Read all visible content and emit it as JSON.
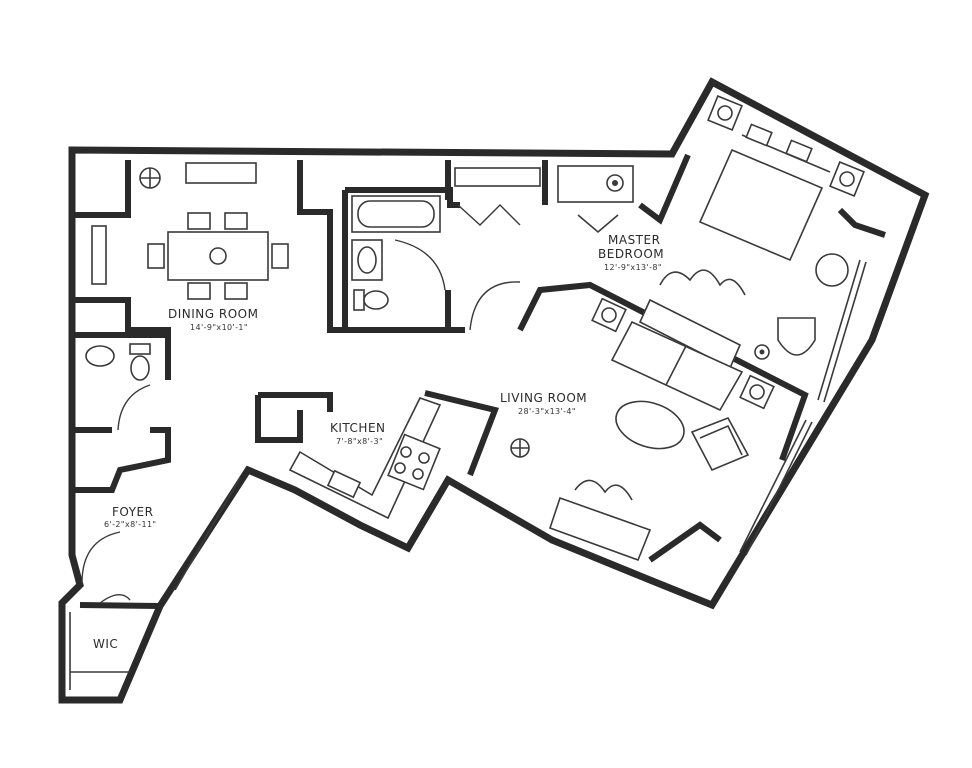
{
  "rooms": {
    "dining": {
      "name": "DINING ROOM",
      "dims": "14'-9\"x10'-1\""
    },
    "master": {
      "name_line1": "MASTER",
      "name_line2": "BEDROOM",
      "dims": "12'-9\"x13'-8\""
    },
    "living": {
      "name": "LIVING ROOM",
      "dims": "28'-3\"x13'-4\""
    },
    "kitchen": {
      "name": "KITCHEN",
      "dims": "7'-8\"x8'-3\""
    },
    "foyer": {
      "name": "FOYER",
      "dims": "6'-2\"x8'-11\""
    },
    "wic": {
      "name": "WIC"
    }
  },
  "colors": {
    "wall": "#2a2a2a",
    "line": "#3a3a3a",
    "background": "#ffffff"
  },
  "icons": [
    "column-marker-icon",
    "toilet-icon",
    "sink-icon",
    "bathtub-icon",
    "stove-icon",
    "bed-icon",
    "sofa-icon",
    "armchair-icon",
    "dining-table-icon",
    "plant-icon"
  ]
}
